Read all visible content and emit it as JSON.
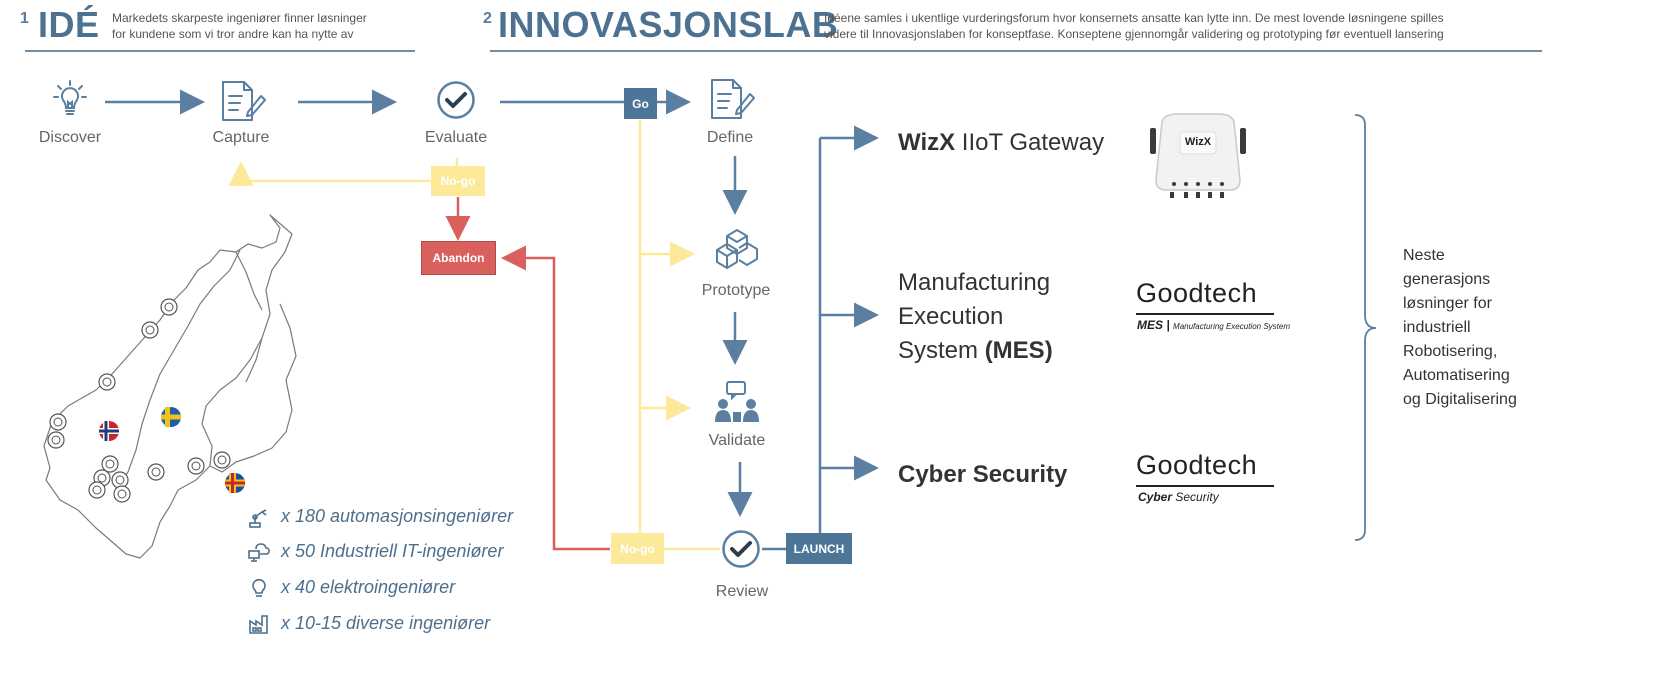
{
  "section1": {
    "number": "1",
    "title": "IDÉ",
    "description_line1": "Markedets skarpeste ingeniører finner løsninger",
    "description_line2": "for kundene som vi tror andre kan ha nytte av"
  },
  "section2": {
    "number": "2",
    "title": "INNOVASJONSLAB",
    "description_line1": "Idéene samles i ukentlige vurderingsforum hvor konsernets ansatte kan lytte inn. De mest lovende løsningene spilles",
    "description_line2": "videre til Innovasjonslaben for konseptfase. Konseptene gjennomgår validering og prototyping før eventuell lansering"
  },
  "steps": {
    "discover": "Discover",
    "capture": "Capture",
    "evaluate": "Evaluate",
    "define": "Define",
    "prototype": "Prototype",
    "validate": "Validate",
    "review": "Review"
  },
  "decisions": {
    "go": "Go",
    "no_go_1": "No-go",
    "abandon": "Abandon",
    "no_go_2": "No-go",
    "launch": "LAUNCH"
  },
  "products": {
    "wizx_bold": "WizX",
    "wizx_rest": " IIoT Gateway",
    "wizx_device_label": "WizX",
    "mes_line1": "Manufacturing",
    "mes_line2": "Execution",
    "mes_line3_prefix": "System ",
    "mes_line3_bold": "(MES)",
    "cyber": "Cyber Security"
  },
  "logos": {
    "goodtech": "Goodtech",
    "mes_sub_bold": "MES |",
    "mes_sub_rest": "Manufacturing Execution System",
    "cyber_sub_bold": "Cyber",
    "cyber_sub_rest": " Security"
  },
  "stats": [
    {
      "text": "x 180 automasjonsingeniører",
      "icon": "robot-arm-icon"
    },
    {
      "text": "x 50 Industriell IT-ingeniører",
      "icon": "cloud-computer-icon"
    },
    {
      "text": "x 40 elektroingeniører",
      "icon": "lightbulb-icon"
    },
    {
      "text": "x 10-15 diverse ingeniører",
      "icon": "factory-icon"
    }
  ],
  "summary": {
    "lines": [
      "Neste",
      "generasjons",
      "løsninger for",
      "industriell",
      "Robotisering,",
      "Automatisering",
      "og Digitalisering"
    ]
  },
  "colors": {
    "blue": "#5b7fa0",
    "yellow": "#fde99a",
    "red": "#d9605d",
    "dark_blue_tag": "#4d7597"
  }
}
